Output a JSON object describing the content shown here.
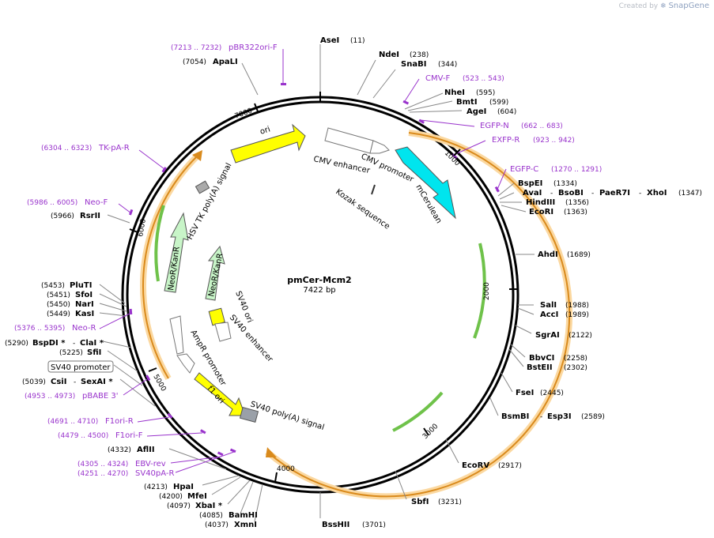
{
  "credit": {
    "prefix": "Created by",
    "brand": "SnapGene"
  },
  "plasmid": {
    "name": "pmCer-Mcm2",
    "length_label": "7422 bp",
    "length": 7422
  },
  "colors": {
    "primer": "#9933cc",
    "backbone": "#000000",
    "orf": "#f7a21b",
    "ori": "#ffff00",
    "mcerulean": "#00e5ee",
    "neo": "#c8f5c8"
  },
  "ticks": [
    "1000",
    "2000",
    "3000",
    "4000",
    "5000",
    "6000",
    "7000"
  ],
  "enzymes": [
    {
      "name": "AseI",
      "pos": "(11)"
    },
    {
      "name": "NdeI",
      "pos": "(238)"
    },
    {
      "name": "SnaBI",
      "pos": "(344)"
    },
    {
      "name": "NheI",
      "pos": "(595)"
    },
    {
      "name": "BmtI",
      "pos": "(599)"
    },
    {
      "name": "AgeI",
      "pos": "(604)"
    },
    {
      "name": "BspEI",
      "pos": "(1334)"
    },
    {
      "name": "AvaI",
      "pos": ""
    },
    {
      "name": "BsoBI",
      "pos": ""
    },
    {
      "name": "PaeR7I",
      "pos": ""
    },
    {
      "name": "XhoI",
      "pos": "(1347)"
    },
    {
      "name": "HindIII",
      "pos": "(1356)"
    },
    {
      "name": "EcoRI",
      "pos": "(1363)"
    },
    {
      "name": "AhdI",
      "pos": "(1689)"
    },
    {
      "name": "SalI",
      "pos": "(1988)"
    },
    {
      "name": "AccI",
      "pos": "(1989)"
    },
    {
      "name": "SgrAI",
      "pos": "(2122)"
    },
    {
      "name": "BbvCI",
      "pos": "(2258)"
    },
    {
      "name": "BstEII",
      "pos": "(2302)"
    },
    {
      "name": "FseI",
      "pos": "(2445)"
    },
    {
      "name": "BsmBI",
      "pos": ""
    },
    {
      "name": "Esp3I",
      "pos": "(2589)"
    },
    {
      "name": "EcoRV",
      "pos": "(2917)"
    },
    {
      "name": "SbfI",
      "pos": "(3231)"
    },
    {
      "name": "BssHII",
      "pos": "(3701)"
    },
    {
      "name": "XmnI",
      "pos": "(4037)"
    },
    {
      "name": "BamHI",
      "pos": "(4085)"
    },
    {
      "name": "XbaI *",
      "pos": "(4097)"
    },
    {
      "name": "MfeI",
      "pos": "(4200)"
    },
    {
      "name": "HpaI",
      "pos": "(4213)"
    },
    {
      "name": "AflII",
      "pos": "(4332)"
    },
    {
      "name": "CsiI",
      "pos": "(5039)"
    },
    {
      "name": "SexAI *",
      "pos": ""
    },
    {
      "name": "SfiI",
      "pos": "(5225)"
    },
    {
      "name": "BspDI *",
      "pos": "(5290)"
    },
    {
      "name": "ClaI *",
      "pos": ""
    },
    {
      "name": "KasI",
      "pos": "(5449)"
    },
    {
      "name": "NarI",
      "pos": "(5450)"
    },
    {
      "name": "SfoI",
      "pos": "(5451)"
    },
    {
      "name": "PluTI",
      "pos": "(5453)"
    },
    {
      "name": "RsrII",
      "pos": "(5966)"
    },
    {
      "name": "ApaLI",
      "pos": "(7054)"
    }
  ],
  "primers": [
    {
      "name": "pBR322ori-F",
      "range": "(7213 .. 7232)"
    },
    {
      "name": "CMV-F",
      "range": "(523 .. 543)"
    },
    {
      "name": "EGFP-N",
      "range": "(662 .. 683)"
    },
    {
      "name": "EXFP-R",
      "range": "(923 .. 942)"
    },
    {
      "name": "EGFP-C",
      "range": "(1270 .. 1291)"
    },
    {
      "name": "TK-pA-R",
      "range": "(6304 .. 6323)"
    },
    {
      "name": "Neo-F",
      "range": "(5986 .. 6005)"
    },
    {
      "name": "Neo-R",
      "range": "(5376 .. 5395)"
    },
    {
      "name": "pBABE 3'",
      "range": "(4953 .. 4973)"
    },
    {
      "name": "F1ori-R",
      "range": "(4691 .. 4710)"
    },
    {
      "name": "F1ori-F",
      "range": "(4479 .. 4500)"
    },
    {
      "name": "EBV-rev",
      "range": "(4305 .. 4324)"
    },
    {
      "name": "SV40pA-R",
      "range": "(4251 .. 4270)"
    }
  ],
  "features": [
    {
      "name": "ori"
    },
    {
      "name": "CMV enhancer"
    },
    {
      "name": "CMV promoter"
    },
    {
      "name": "mCerulean"
    },
    {
      "name": "Kozak sequence"
    },
    {
      "name": "HSV TK poly(A) signal"
    },
    {
      "name": "NeoR/KanR"
    },
    {
      "name": "NeoR/KanR"
    },
    {
      "name": "SV40 ori"
    },
    {
      "name": "SV40 enhancer"
    },
    {
      "name": "AmpR promoter"
    },
    {
      "name": "f1 ori"
    },
    {
      "name": "SV40 poly(A) signal"
    },
    {
      "name": "SV40 promoter"
    }
  ]
}
